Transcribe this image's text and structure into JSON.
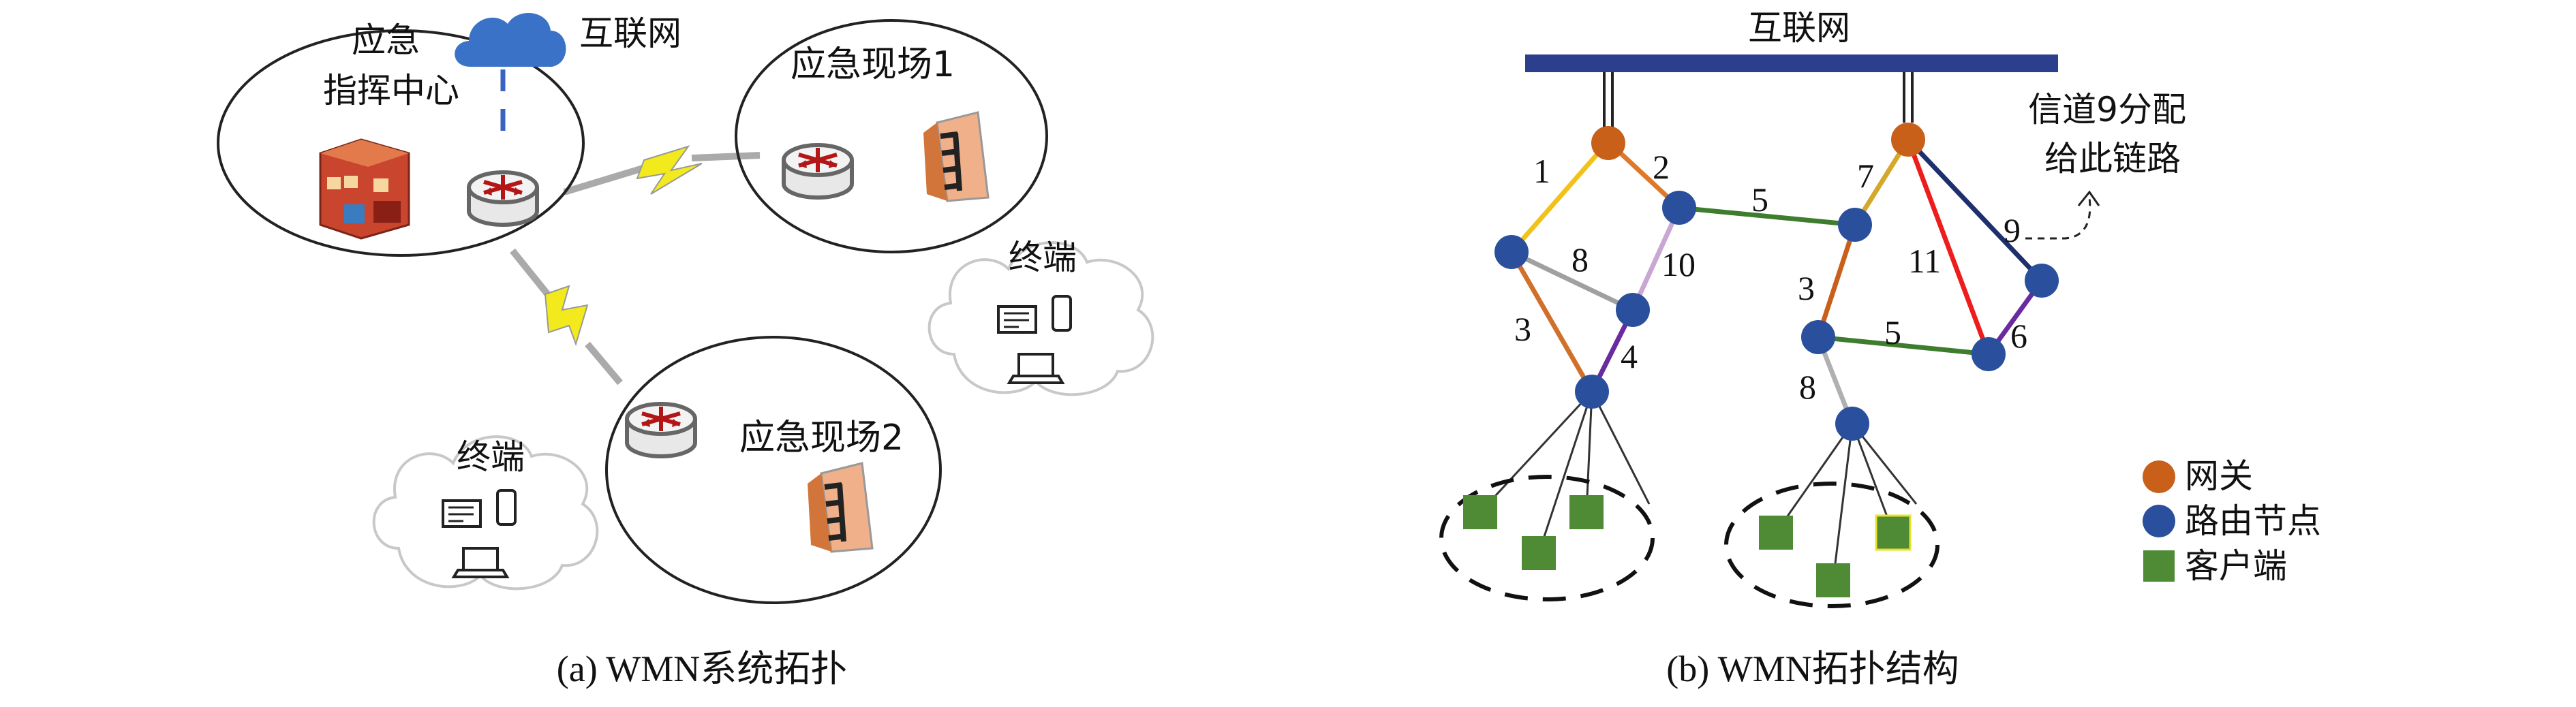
{
  "panel_a": {
    "caption": "(a) WMN系统拓扑",
    "command_center": [
      "应急",
      "指挥中心"
    ],
    "internet_label": "互联网",
    "site1_label": "应急现场1",
    "site2_label": "应急现场2",
    "terminal_label_right": "终端",
    "terminal_label_left": "终端"
  },
  "panel_b": {
    "caption": "(b) WMN拓扑结构",
    "internet_label": "互联网",
    "annotation": [
      "信道9分配",
      "给此链路"
    ],
    "channel_labels": [
      "1",
      "2",
      "5",
      "7",
      "8",
      "10",
      "3",
      "4",
      "11",
      "9",
      "3",
      "5",
      "6",
      "8"
    ],
    "legend": [
      {
        "label": "网关",
        "color": "#c8601a"
      },
      {
        "label": "路由节点",
        "color": "#2a4f9c"
      },
      {
        "label": "客户端",
        "color": "#4f8a35"
      }
    ]
  },
  "colors": {
    "internet_bar": "#2c3f8c",
    "gateway": "#c8601a",
    "router": "#2a4f9c",
    "client": "#4f8a35",
    "cloud_blue": "#3a72c8",
    "lightning": "#f2ea1c"
  }
}
